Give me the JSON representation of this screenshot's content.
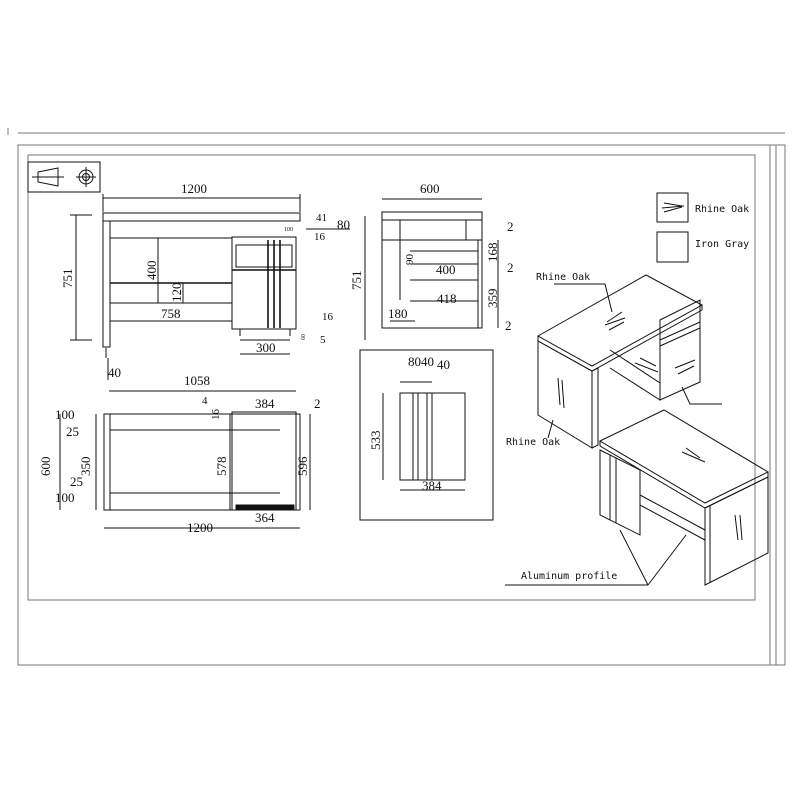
{
  "legend": [
    {
      "label": "Rhine Oak",
      "swatch": "wood-grain-icon"
    },
    {
      "label": "Iron Gray",
      "swatch": "plain-swatch"
    }
  ],
  "front_view": {
    "width": "1200",
    "height": "751",
    "top_41": "41",
    "top_80": "80",
    "top_16": "16",
    "inner_100": "100",
    "d400": "400",
    "d120": "120",
    "d758": "758",
    "d300": "300",
    "d16b": "16",
    "d60": "60",
    "d5": "5",
    "d40": "40"
  },
  "side_view": {
    "width": "600",
    "height": "751",
    "d90": "90",
    "d400": "400",
    "d418": "418",
    "d180": "180",
    "d168": "168",
    "d359": "359",
    "d2a": "2",
    "d2b": "2",
    "d2c": "2"
  },
  "top_view": {
    "d1058": "1058",
    "d4": "4",
    "d384": "384",
    "d2": "2",
    "d16": "16",
    "d100a": "100",
    "d25a": "25",
    "d600": "600",
    "d350": "350",
    "d578": "578",
    "d596": "596",
    "d25b": "25",
    "d100b": "100",
    "d364": "364",
    "d1200": "1200"
  },
  "panel_view": {
    "d8040": "8040",
    "d40": "40",
    "d533": "533",
    "d384": "384"
  },
  "iso": {
    "label_top": "Rhine Oak",
    "label_side": "Rhine Oak",
    "label_profile": "Aluminum profile"
  }
}
